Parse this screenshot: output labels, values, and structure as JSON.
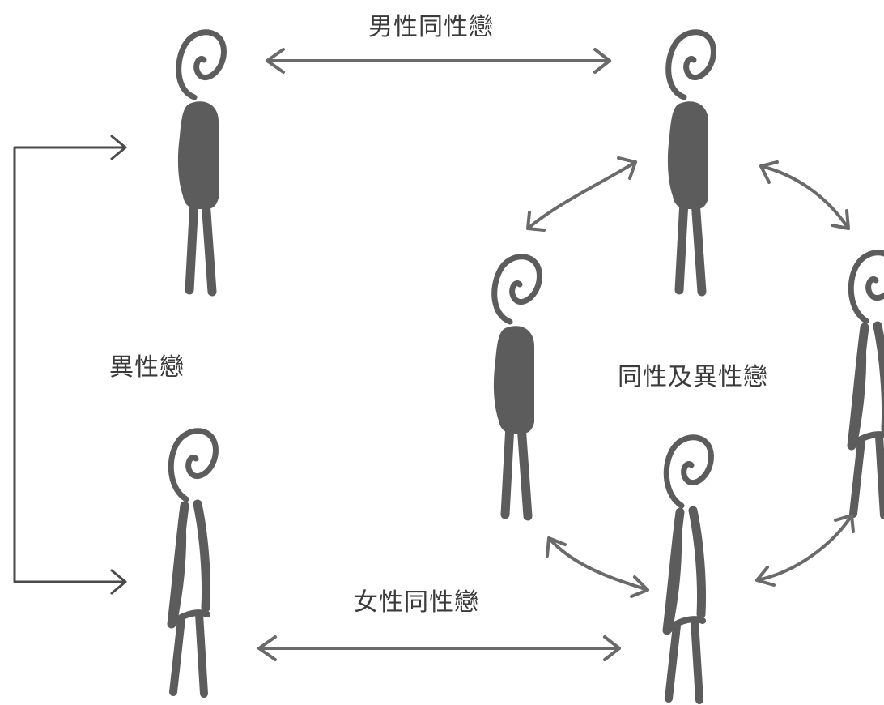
{
  "labels": {
    "male_homosexual": "男性同性戀",
    "heterosexual": "異性戀",
    "bisexual": "同性及異性戀",
    "female_homosexual": "女性同性戀"
  },
  "colors": {
    "figure": "#5c5c5c",
    "arrow": "#6a6a6a",
    "bracket": "#4a4a4a",
    "text": "#3a3a3a"
  }
}
